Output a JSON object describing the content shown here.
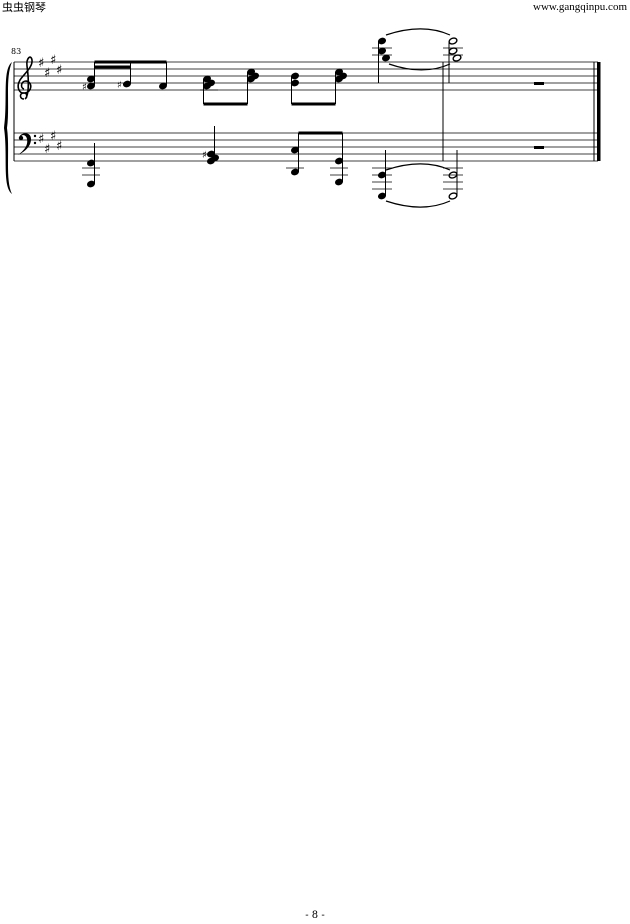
{
  "header": {
    "site_name": "虫虫钢琴",
    "site_url": "www.gangqinpu.com"
  },
  "score": {
    "measure_number": "83",
    "key_signature": "E major (4 sharps)",
    "treble_clef": "treble",
    "bass_clef": "bass",
    "ending": "final barline"
  },
  "footer": {
    "page_number": "- 8 -"
  }
}
